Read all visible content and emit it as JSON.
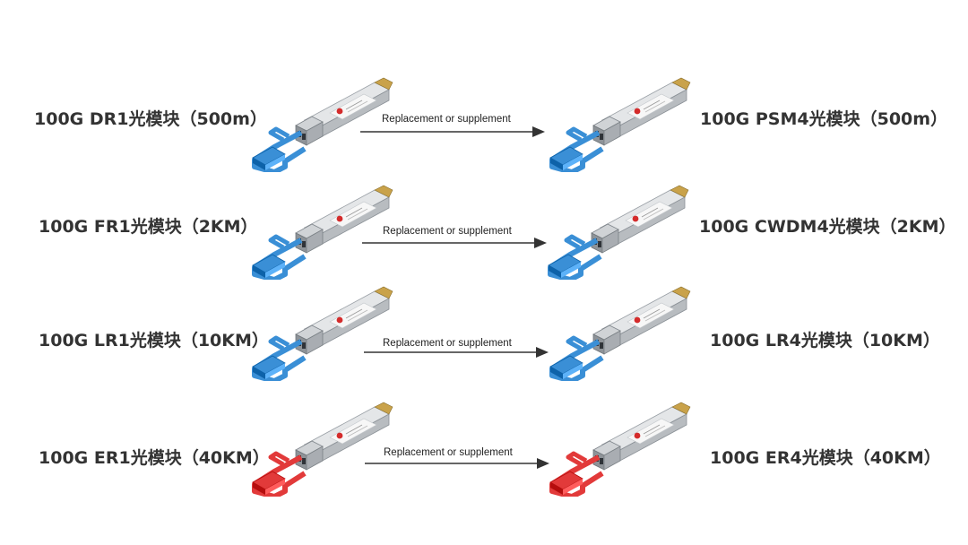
{
  "rows": [
    {
      "left_label": "100G DR1光模块（500m）",
      "right_label": "100G PSM4光模块（500m）",
      "arrow_label": "Replacement or supplement",
      "left_module_color": "#3a8fd6",
      "right_module_color": "#3a8fd6"
    },
    {
      "left_label": "100G FR1光模块（2KM）",
      "right_label": "100G CWDM4光模块（2KM）",
      "arrow_label": "Replacement or supplement",
      "left_module_color": "#3a8fd6",
      "right_module_color": "#3a8fd6"
    },
    {
      "left_label": "100G LR1光模块（10KM）",
      "right_label": "100G LR4光模块（10KM）",
      "arrow_label": "Replacement or supplement",
      "left_module_color": "#3a8fd6",
      "right_module_color": "#3a8fd6"
    },
    {
      "left_label": "100G ER1光模块（40KM）",
      "right_label": "100G ER4光模块（40KM）",
      "arrow_label": "Replacement or supplement",
      "left_module_color": "#e23a3a",
      "right_module_color": "#e23a3a"
    }
  ]
}
